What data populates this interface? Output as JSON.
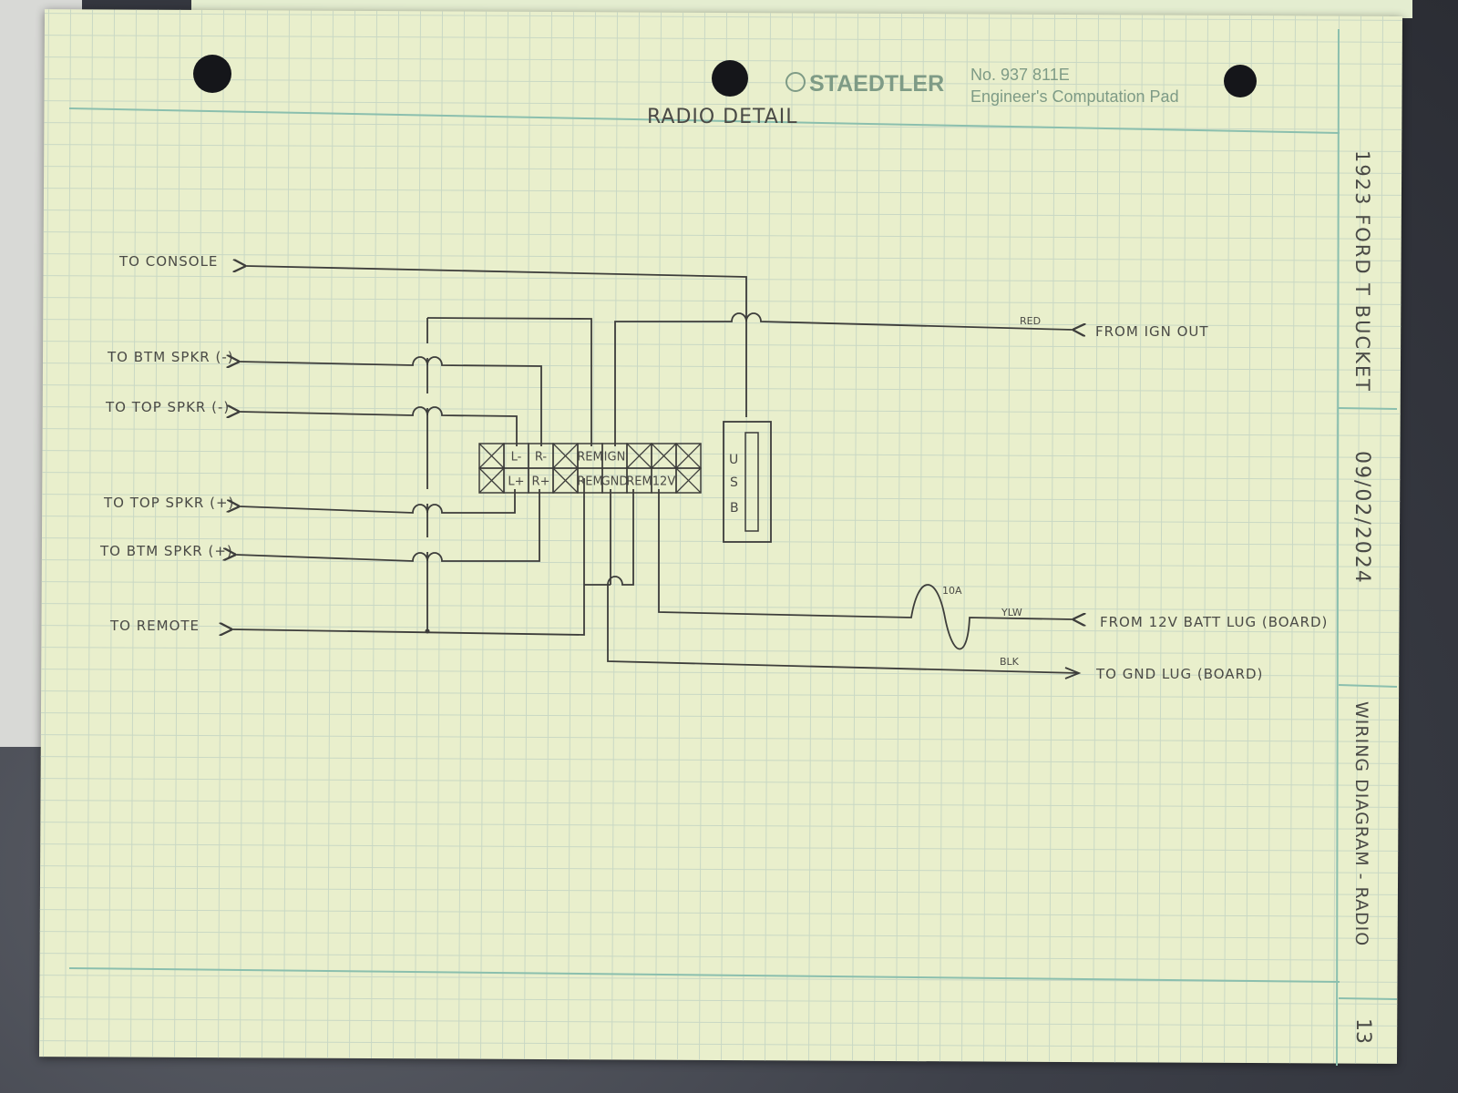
{
  "pad": {
    "brand": "STAEDTLER",
    "product_number": "No. 937 811E",
    "product_name": "Engineer's Computation Pad"
  },
  "title": "RADIO DETAIL",
  "title_block": {
    "project": "1923 FORD T BUCKET",
    "date": "09/02/2024",
    "drawing": "WIRING DIAGRAM - RADIO",
    "sheet": "13"
  },
  "left_connections": [
    "TO CONSOLE",
    "TO BTM SPKR (-)",
    "TO TOP SPKR (-)",
    "TO TOP SPKR (+)",
    "TO BTM SPKR (+)",
    "TO REMOTE"
  ],
  "right_connections": {
    "ign": "FROM IGN OUT",
    "batt": "FROM 12V BATT LUG (BOARD)",
    "gnd": "TO GND LUG (BOARD)"
  },
  "wire_colors": {
    "red": "RED",
    "ylw": "YLW",
    "blk": "BLK"
  },
  "fuse": "10A",
  "usb_letters": [
    "U",
    "S",
    "B"
  ],
  "connector": {
    "top": [
      "",
      "L-",
      "R-",
      "",
      "REM",
      "IGN",
      "",
      "",
      ""
    ],
    "bottom": [
      "",
      "L+",
      "R+",
      "",
      "REM",
      "GND",
      "REM",
      "12V",
      ""
    ]
  }
}
